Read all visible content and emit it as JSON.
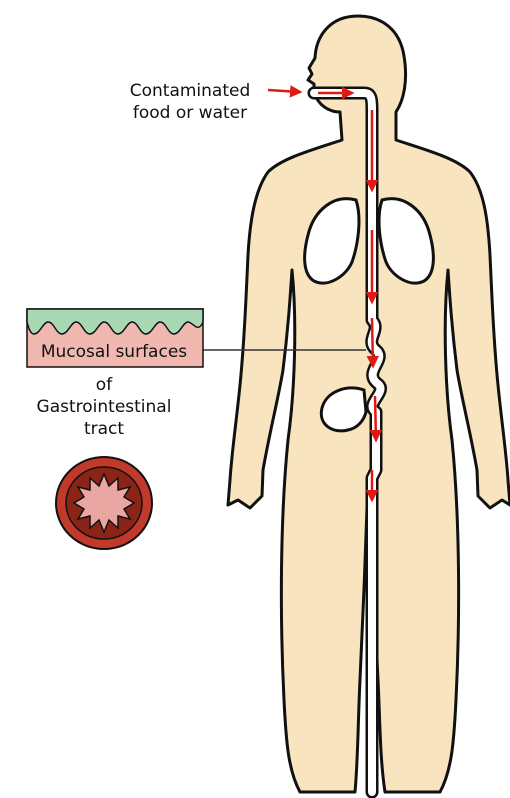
{
  "labels": {
    "contaminated_line1": "Contaminated",
    "contaminated_line2": "food or water",
    "mucosal": "Mucosal surfaces",
    "of": "of",
    "gastrointestinal": "Gastrointestinal",
    "tract": "tract"
  },
  "colors": {
    "body_fill": "#f8e4bf",
    "outline": "#111111",
    "arrow": "#e01a12",
    "mucosa_green": "#a9d8b5",
    "mucosa_pink": "#f1b8b0",
    "ring_outer": "#c0392b",
    "ring_inner": "#7a1d12",
    "ring_lumen": "#eaa6a2"
  },
  "icons": {
    "arrow": "red-arrow-icon"
  }
}
